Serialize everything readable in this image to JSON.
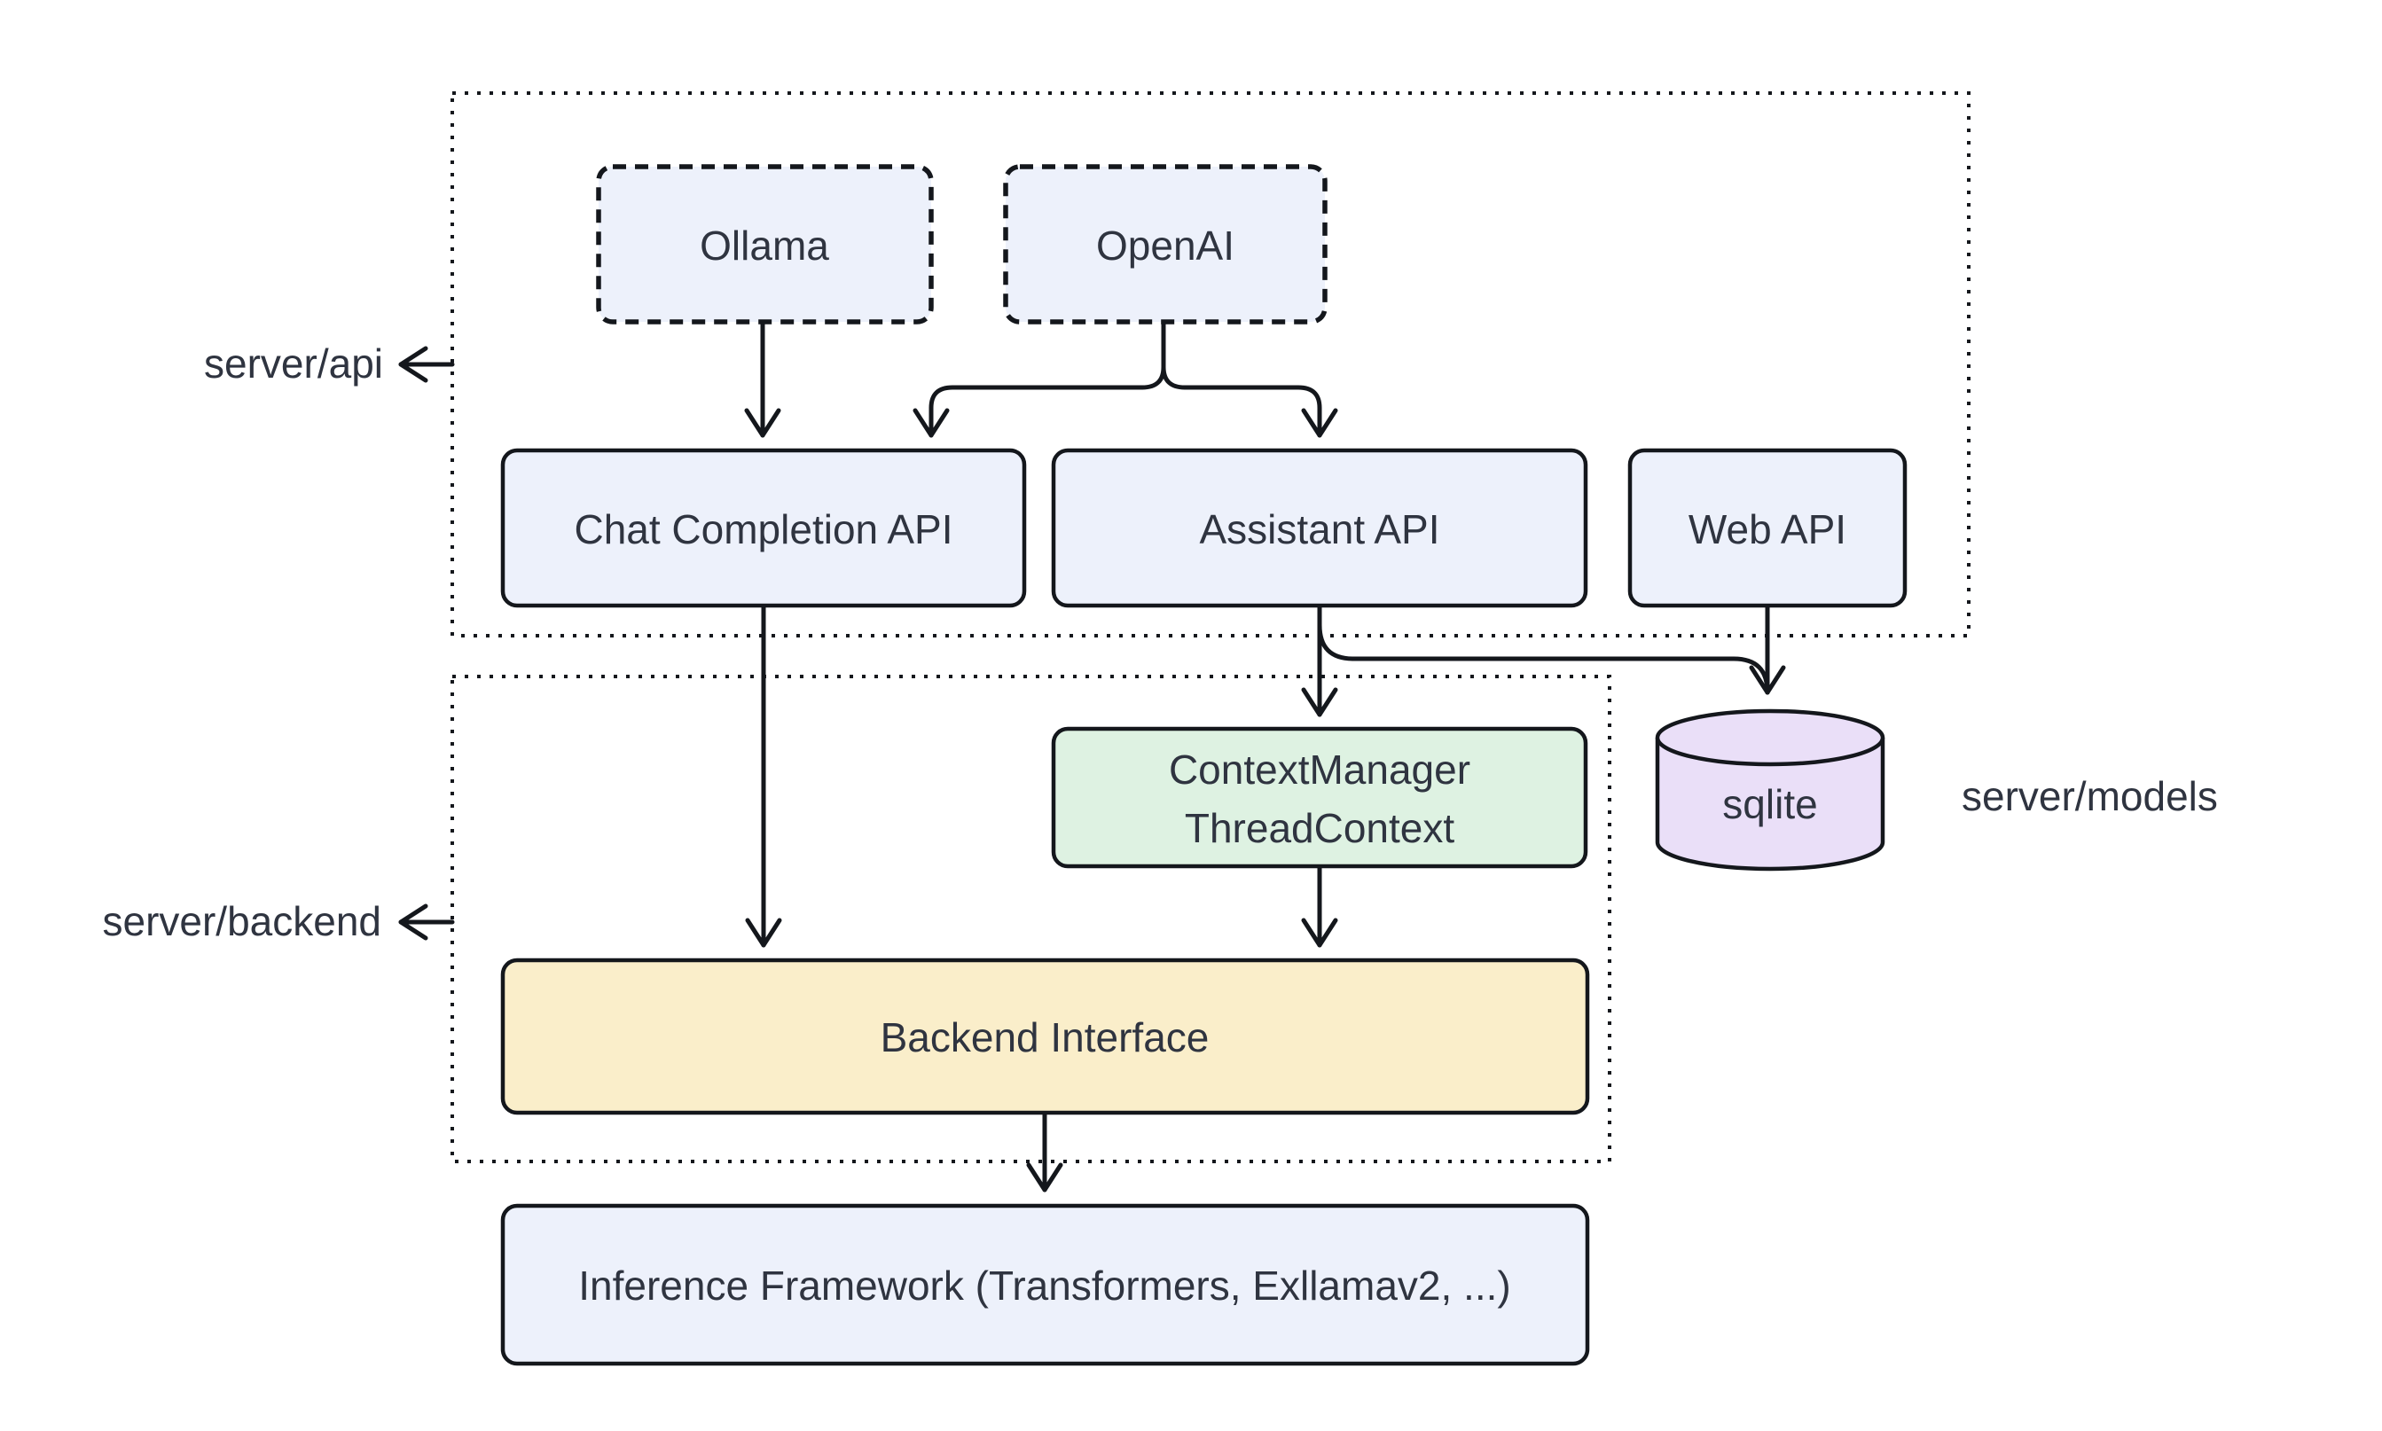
{
  "diagram": {
    "colors": {
      "bg": "#ffffff",
      "stroke": "#14171c",
      "text": "#2f3440",
      "node_blue": "#edf1fb",
      "node_green": "#def2e2",
      "node_yellow": "#faeeca",
      "node_purple": "#eadff8"
    },
    "containers": {
      "server_api": {
        "label": "server/api"
      },
      "server_backend": {
        "label": "server/backend"
      }
    },
    "external_labels": {
      "server_models": {
        "label": "server/models"
      }
    },
    "nodes": {
      "ollama": {
        "label": "Ollama",
        "shape": "dashed-rect"
      },
      "openai": {
        "label": "OpenAI",
        "shape": "dashed-rect"
      },
      "chat_completion_api": {
        "label": "Chat Completion API",
        "shape": "rect"
      },
      "assistant_api": {
        "label": "Assistant API",
        "shape": "rect"
      },
      "web_api": {
        "label": "Web API",
        "shape": "rect"
      },
      "context_manager": {
        "label_line1": "ContextManager",
        "label_line2": "ThreadContext",
        "shape": "rect"
      },
      "sqlite": {
        "label": "sqlite",
        "shape": "database-cylinder"
      },
      "backend_interface": {
        "label": "Backend Interface",
        "shape": "rect"
      },
      "inference_framework": {
        "label": "Inference Framework (Transformers, Exllamav2, ...)",
        "shape": "rect"
      }
    },
    "edges": [
      {
        "from": "ollama",
        "to": "chat_completion_api"
      },
      {
        "from": "openai",
        "to": "chat_completion_api"
      },
      {
        "from": "openai",
        "to": "assistant_api"
      },
      {
        "from": "chat_completion_api",
        "to": "backend_interface"
      },
      {
        "from": "assistant_api",
        "to": "context_manager"
      },
      {
        "from": "assistant_api",
        "to": "sqlite"
      },
      {
        "from": "web_api",
        "to": "sqlite"
      },
      {
        "from": "context_manager",
        "to": "backend_interface"
      },
      {
        "from": "backend_interface",
        "to": "inference_framework"
      }
    ]
  }
}
